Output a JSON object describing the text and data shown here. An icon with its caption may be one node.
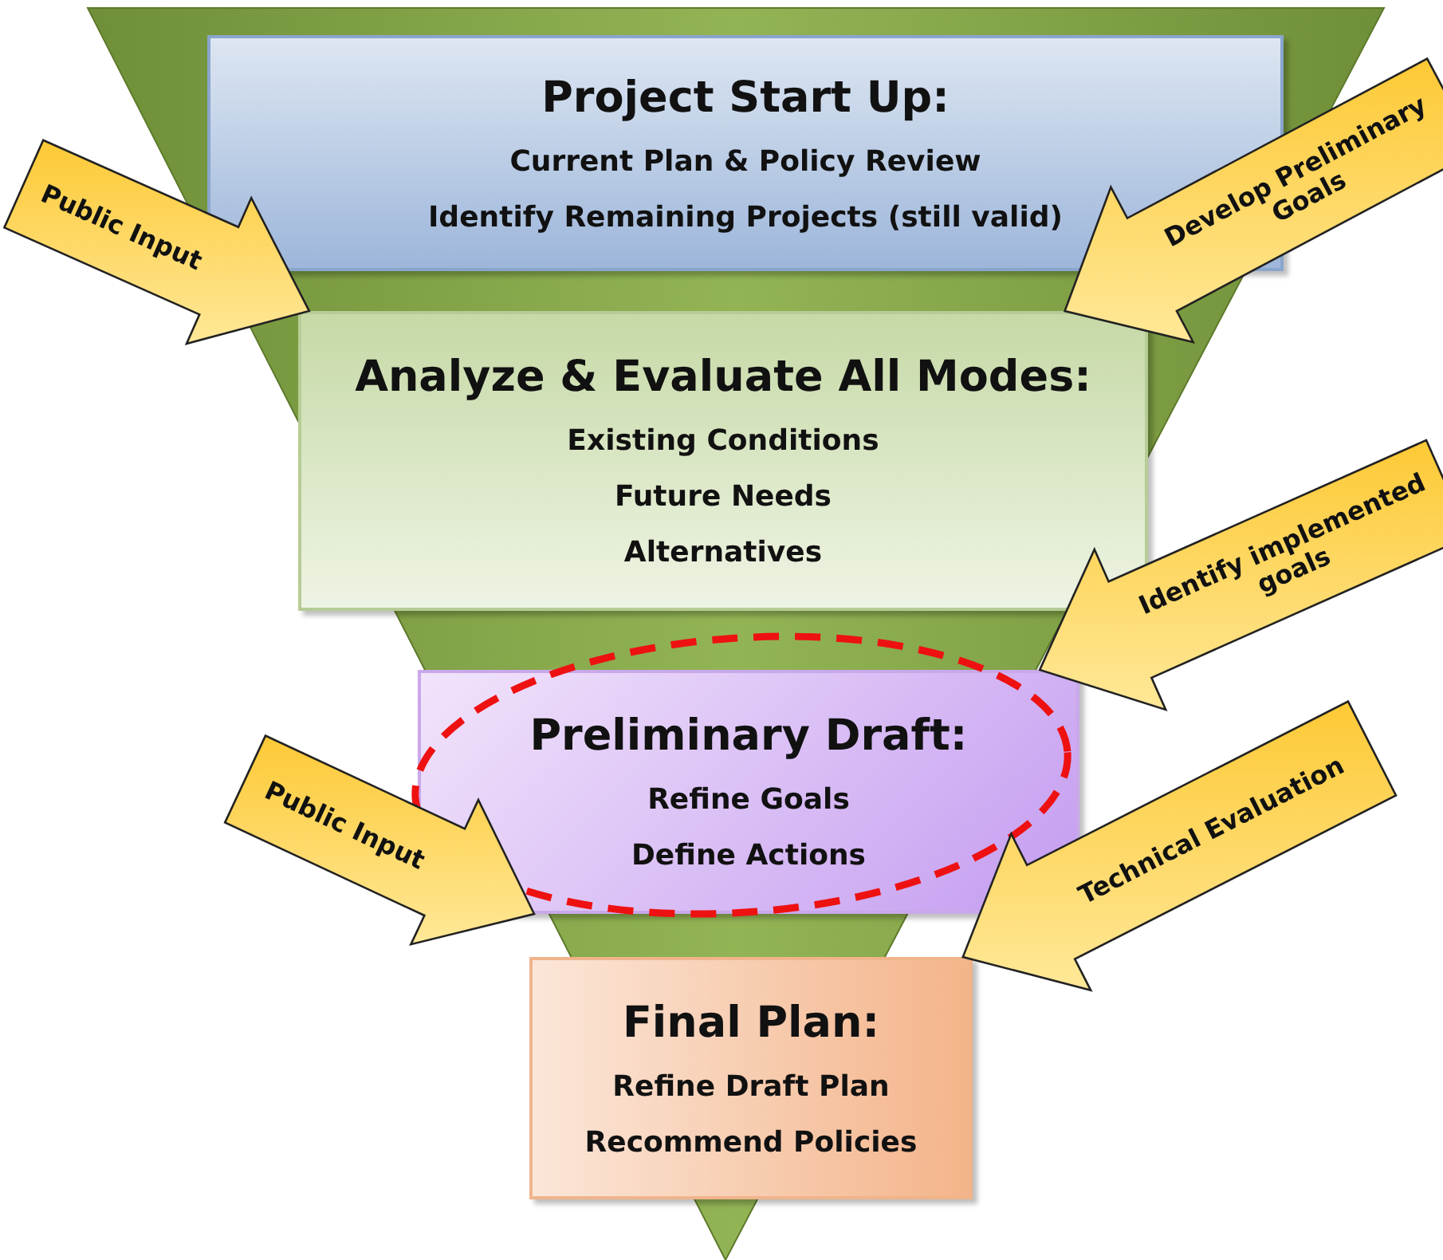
{
  "diagram": {
    "nodes": [
      {
        "text": [
          "Project Start Up:",
          "Current Plan & Policy Review",
          "Identify Remaining Projects (still valid)"
        ]
      },
      {
        "text": [
          "Analyze & Evaluate All Modes:",
          "Existing Conditions",
          "Future Needs",
          "Alternatives"
        ]
      },
      {
        "text": [
          "Preliminary Draft:",
          "Refine Goals",
          "Define Actions"
        ]
      },
      {
        "text": [
          "Final Plan:",
          "Refine Draft Plan",
          "Recommend Policies"
        ]
      }
    ],
    "edges": [
      {
        "from": null,
        "to": 1,
        "arrow": "to",
        "label": "Public Input"
      },
      {
        "from": null,
        "to": 1,
        "arrow": "to",
        "label": "Develop Preliminary Goals"
      },
      {
        "from": null,
        "to": 2,
        "arrow": "to",
        "label": "Identify implemented goals"
      },
      {
        "from": null,
        "to": 2,
        "arrow": "to",
        "label": "Public Input"
      },
      {
        "from": null,
        "to": 3,
        "arrow": "to",
        "label": "Technical Evaluation"
      }
    ]
  }
}
